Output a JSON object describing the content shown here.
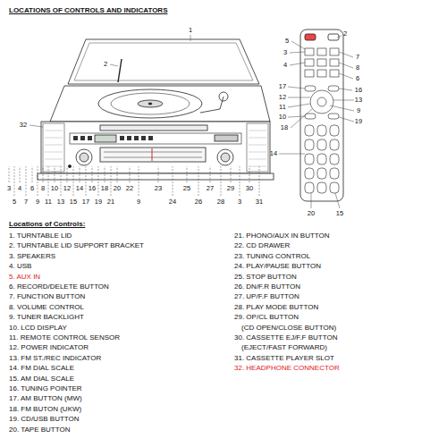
{
  "diagram": {
    "title": "LOCATIONS OF CONTROLS AND INDICATORS",
    "labels": [
      "1",
      "2",
      "32",
      "3",
      "4",
      "6",
      "8",
      "10",
      "12",
      "14",
      "16",
      "18",
      "20",
      "22",
      "23",
      "25",
      "27",
      "29",
      "30",
      "5",
      "7",
      "9",
      "11",
      "13",
      "15",
      "17",
      "19",
      "21",
      "9",
      "24",
      "26",
      "28",
      "3",
      "31",
      "5",
      "2",
      "3",
      "4",
      "7",
      "8",
      "6",
      "16",
      "17",
      "12",
      "11",
      "10",
      "18",
      "13",
      "9",
      "19",
      "14",
      "20",
      "15",
      "Locations of Controls:",
      "1. TURNTABLE LID",
      "2. TURNTABLE LID SUPPORT BRACKET",
      "3. SPEAKERS",
      "4. USB",
      "5. AUX IN",
      "6. RECORD/DELETE BUTTON",
      "7. FUNCTION BUTTON",
      "8. VOLUME CONTROL",
      "9. TUNER BACKLIGHT",
      "10. LCD DISPLAY",
      "11. REMOTE CONTROL SENSOR",
      "12. POWER INDICATOR",
      "13. FM ST./REC INDICATOR",
      "14. FM DIAL SCALE",
      "15. AM DIAL SCALE",
      "16. TUNING POINTER",
      "17. AM BUTTON (MW)",
      "18. FM BUTON (UKW)",
      "19. CD/USB BUTTON",
      "20. TAPE BUTTON",
      "21. PHONO/AUX IN BUTTON",
      "22. CD DRAWER",
      "23. TUNING CONTROL",
      "24. PLAY/PAUSE BUTTON",
      "25. STOP BUTTON",
      "26. DN/F.R BUTTON",
      "27. UP/F.F BUTTON",
      "28. PLAY MODE BUTTON",
      "29. OP/CL BUTTON",
      "(CD OPEN/CLOSE BUTTON)",
      "30. CASSETTE EJ/F.F BUTTON",
      "(EJECT/FAST FORWARD)",
      "31. CASSETTE PLAYER SLOT",
      "32. HEADPHONE CONNECTOR"
    ]
  }
}
